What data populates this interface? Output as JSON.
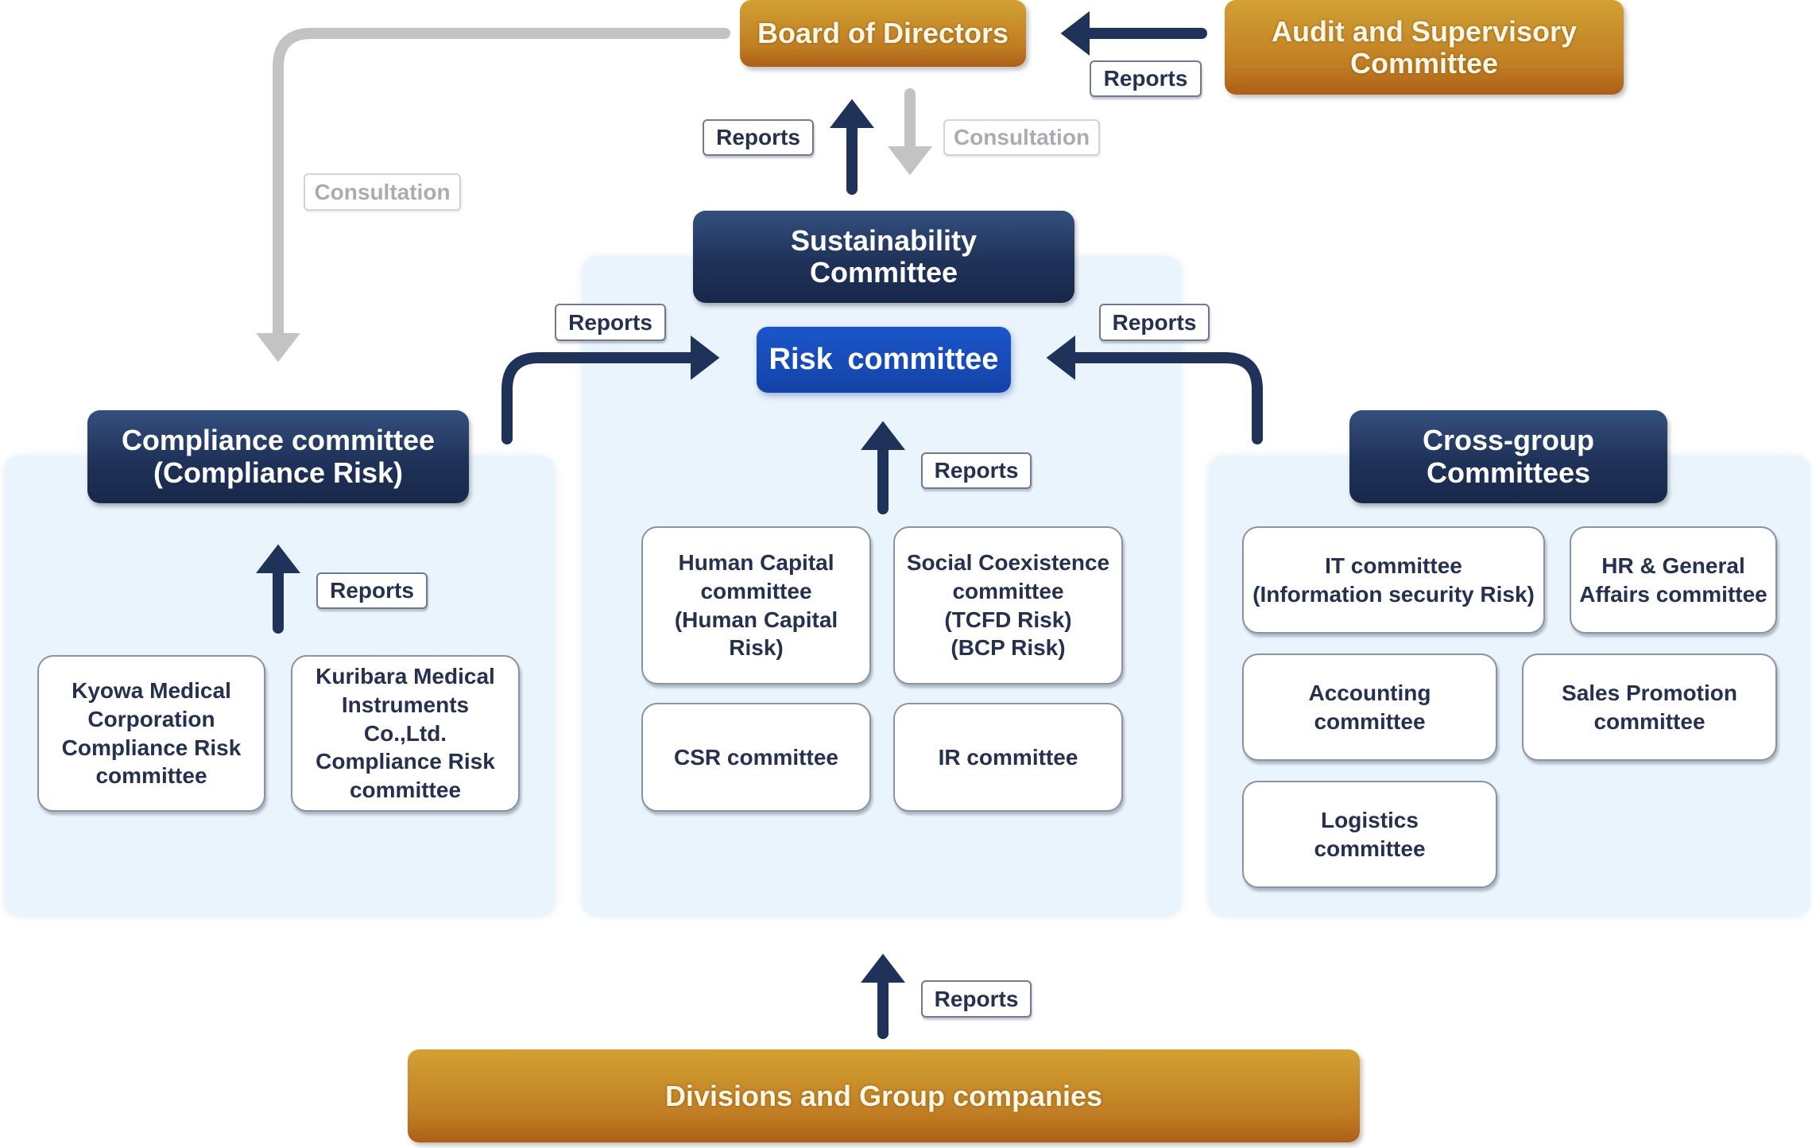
{
  "diagram": {
    "title": "Risk management structure",
    "colors": {
      "gold": "#c07d22",
      "navy": "#1f3259",
      "risk_blue": "#1b56c9",
      "panel_bg": "#eaf4fc",
      "report_arrow": "#1f3259",
      "consultation_arrow": "#c3c3c3"
    },
    "top": {
      "board": "Board of Directors",
      "audit": "Audit and Supervisory\nCommittee",
      "sustainability": "Sustainability\nCommittee",
      "risk": "Risk committee"
    },
    "left_group": {
      "header": "Compliance committee\n(Compliance Risk)",
      "items": [
        "Kyowa Medical\nCorporation\nCompliance Risk\ncommittee",
        "Kuribara Medical\nInstruments Co.,Ltd.\nCompliance Risk\ncommittee"
      ]
    },
    "center_group": {
      "items": [
        "Human Capital\ncommittee\n(Human Capital Risk)",
        "Social Coexistence\ncommittee\n(TCFD Risk)\n(BCP Risk)",
        "CSR committee",
        "IR committee"
      ]
    },
    "right_group": {
      "header": "Cross-group\nCommittees",
      "items": [
        "IT committee\n(Information security Risk)",
        "HR & General\nAffairs committee",
        "Accounting\ncommittee",
        "Sales Promotion\ncommittee",
        "Logistics\ncommittee"
      ]
    },
    "bottom": {
      "divisions": "Divisions and Group companies"
    },
    "labels": {
      "reports": "Reports",
      "consultation": "Consultation"
    },
    "edges": [
      {
        "from": "Audit and Supervisory Committee",
        "to": "Board of Directors",
        "label": "Reports"
      },
      {
        "from": "Sustainability Committee",
        "to": "Board of Directors",
        "label": "Reports"
      },
      {
        "from": "Board of Directors",
        "to": "Sustainability Committee",
        "label": "Consultation"
      },
      {
        "from": "Board of Directors",
        "to": "Compliance committee",
        "label": "Consultation"
      },
      {
        "from": "Compliance committee",
        "to": "Risk committee",
        "label": "Reports"
      },
      {
        "from": "Cross-group Committees",
        "to": "Risk committee",
        "label": "Reports"
      },
      {
        "from": "Center committees",
        "to": "Risk committee",
        "label": "Reports"
      },
      {
        "from": "Group company compliance committees",
        "to": "Compliance committee",
        "label": "Reports"
      },
      {
        "from": "Divisions and Group companies",
        "to": "Center committees",
        "label": "Reports"
      }
    ]
  }
}
